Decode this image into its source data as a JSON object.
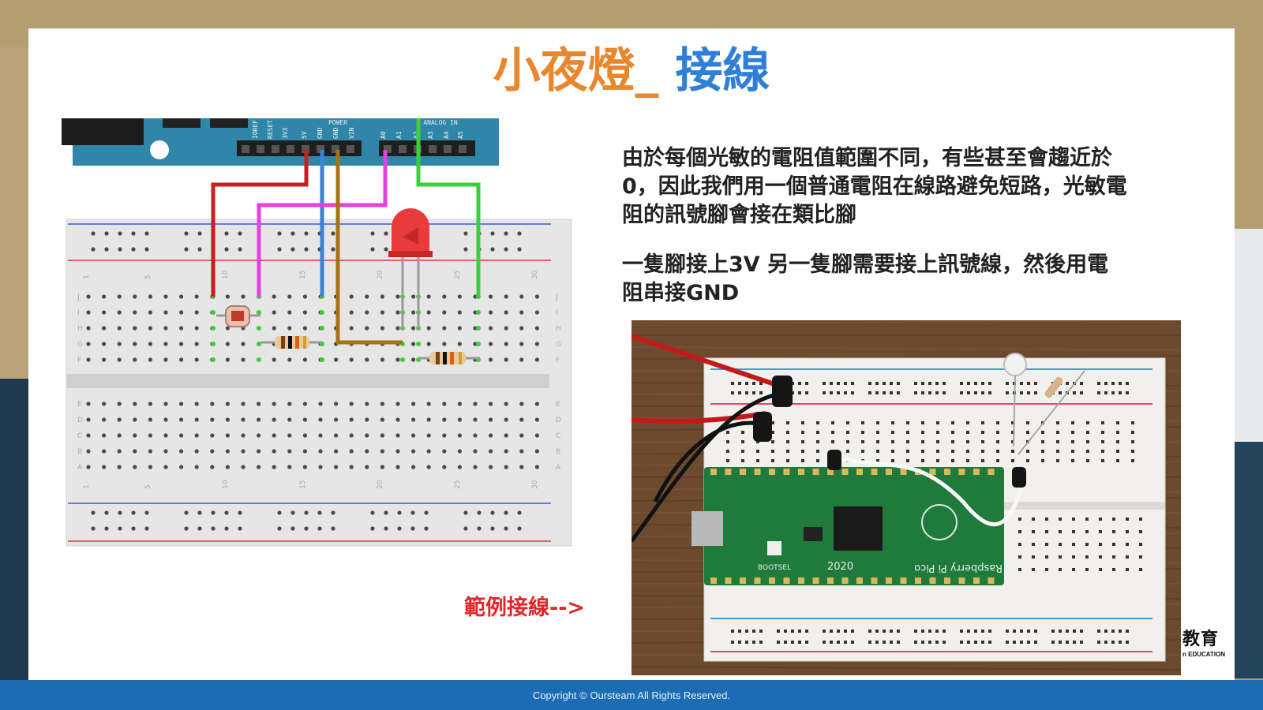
{
  "title": {
    "part1": "小夜燈_",
    "part2": "接線"
  },
  "paragraphs": [
    "由於每個光敏的電阻值範圍不同，有些甚至會趨近於 0，因此我們用一個普通電阻在線路避免短路，光敏電阻的訊號腳會接在類比腳",
    "一隻腳接上3V 另一隻腳需要接上訊號線，然後用電阻串接GND"
  ],
  "caption": "範例接線-->",
  "logo": {
    "text": "教育",
    "sub": "n EDUCATION"
  },
  "footer": "Copyright © Oursteam All Rights Reserved.",
  "diagram": {
    "pin_labels": [
      "IOREF",
      "RESET",
      "3V3",
      "5V",
      "GND",
      "GND",
      "VIN",
      "A0",
      "A1",
      "A2",
      "A3",
      "A4",
      "A5"
    ],
    "header_labels": [
      "POWER",
      "ANALOG IN"
    ],
    "column_numbers": [
      "1",
      "5",
      "10",
      "15",
      "20",
      "25",
      "30"
    ],
    "row_letters_top": [
      "J",
      "I",
      "H",
      "G",
      "F"
    ],
    "row_letters_bottom": [
      "E",
      "D",
      "C",
      "B",
      "A"
    ]
  },
  "photo": {
    "board_label": "Raspberry Pi Pico",
    "year_label": "2020",
    "button_label": "BOOTSEL"
  },
  "colors": {
    "title_orange": "#e8872e",
    "title_blue": "#2f7fd6",
    "caption_red": "#e3262a",
    "footer_blue": "#1b6cb2",
    "wire_red": "#c81e1e",
    "wire_blue": "#3b82d6",
    "wire_brown": "#a87212",
    "wire_magenta": "#e83ee0",
    "wire_green": "#3ccf3c"
  }
}
